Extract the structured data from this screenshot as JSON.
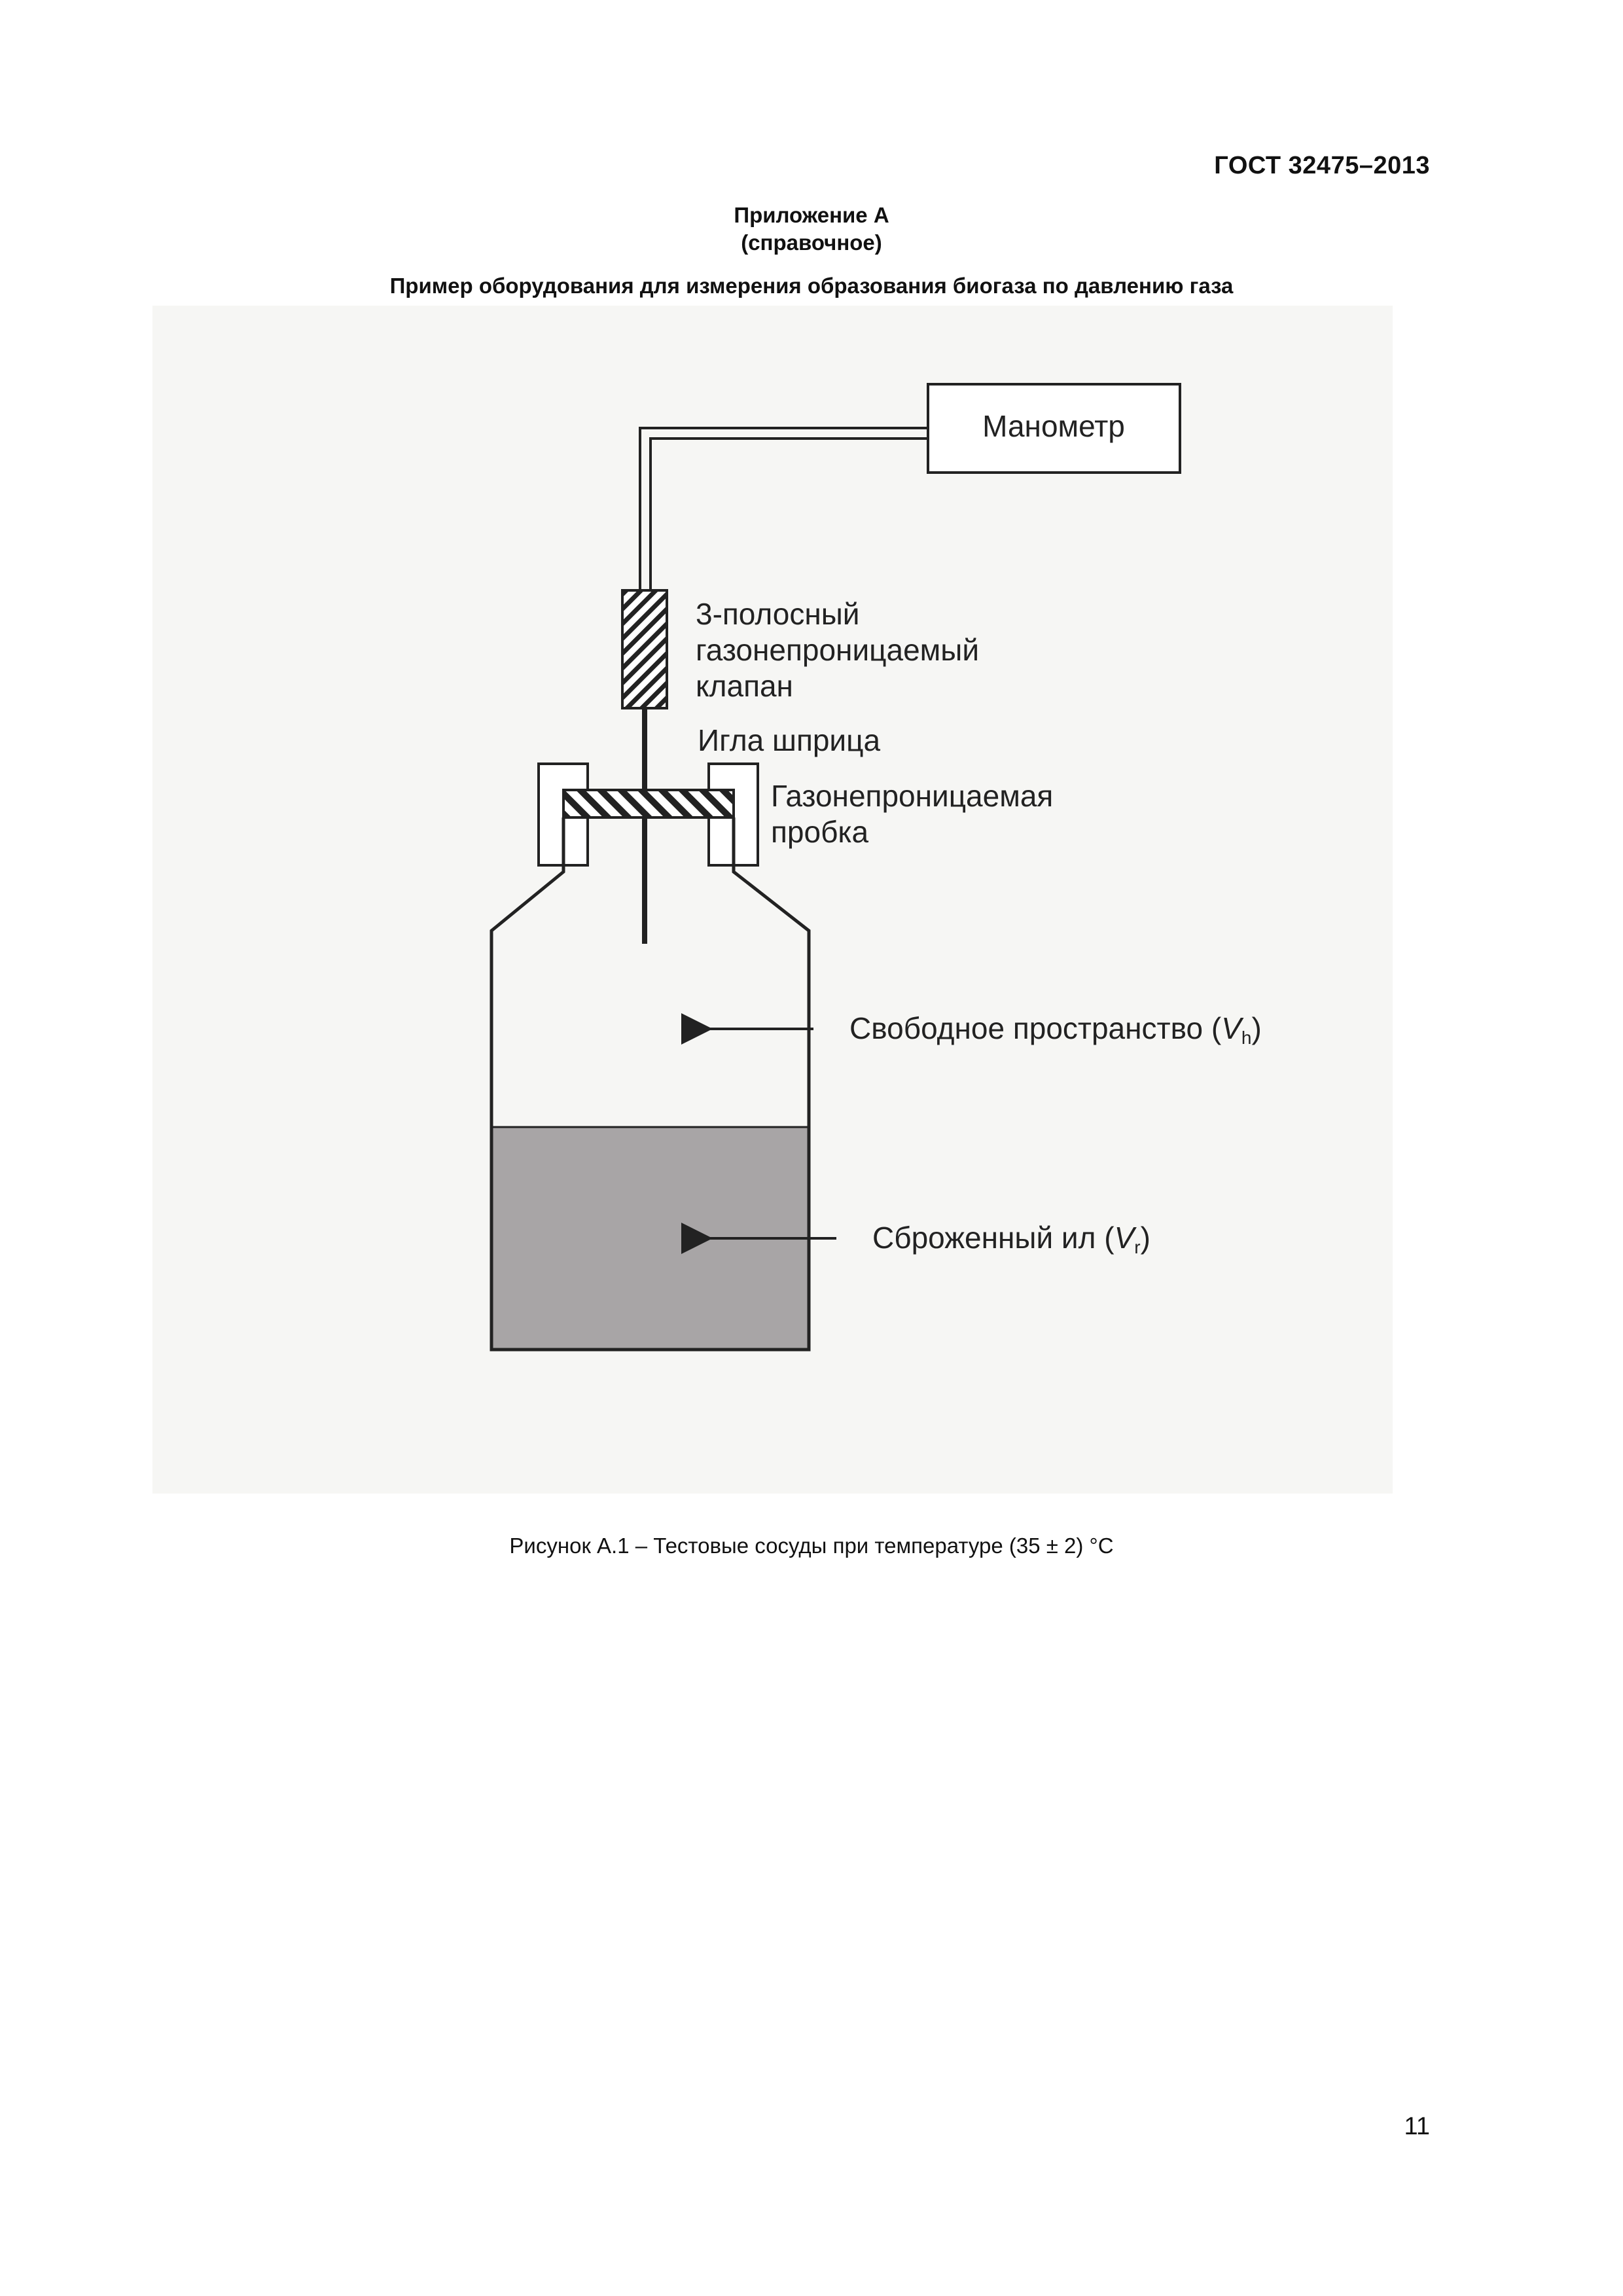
{
  "header": {
    "doc_code": "ГОСТ 32475–2013"
  },
  "annex": {
    "title": "Приложение А",
    "status": "(справочное)",
    "heading": "Пример оборудования для измерения образования биогаза по давлению газа"
  },
  "figure": {
    "labels": {
      "manometer": "Манометр",
      "valve_line1": "3-полосный",
      "valve_line2": "газонепроницаемый",
      "valve_line3": "клапан",
      "needle": "Игла шприца",
      "stopper_line1": "Газонепроницаемая",
      "stopper_line2": "пробка",
      "headspace": "Свободное пространство (",
      "headspace_var": "V",
      "headspace_sub": "h",
      "sludge": "Сброженный ил (",
      "sludge_var": "V",
      "sludge_sub": "r"
    },
    "colors": {
      "sludge_fill": "#a8a5a6",
      "line": "#222222",
      "background": "#f6f6f4"
    },
    "caption": "Рисунок А.1 – Тестовые сосуды при температуре (35 ± 2) °С"
  },
  "footer": {
    "page_number": "11"
  }
}
